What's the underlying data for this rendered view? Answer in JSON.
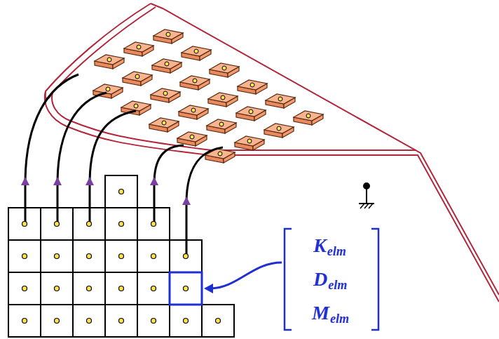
{
  "diagram": {
    "labels": [
      "K",
      "elm",
      "D",
      "elm",
      "M",
      "elm"
    ]
  }
}
